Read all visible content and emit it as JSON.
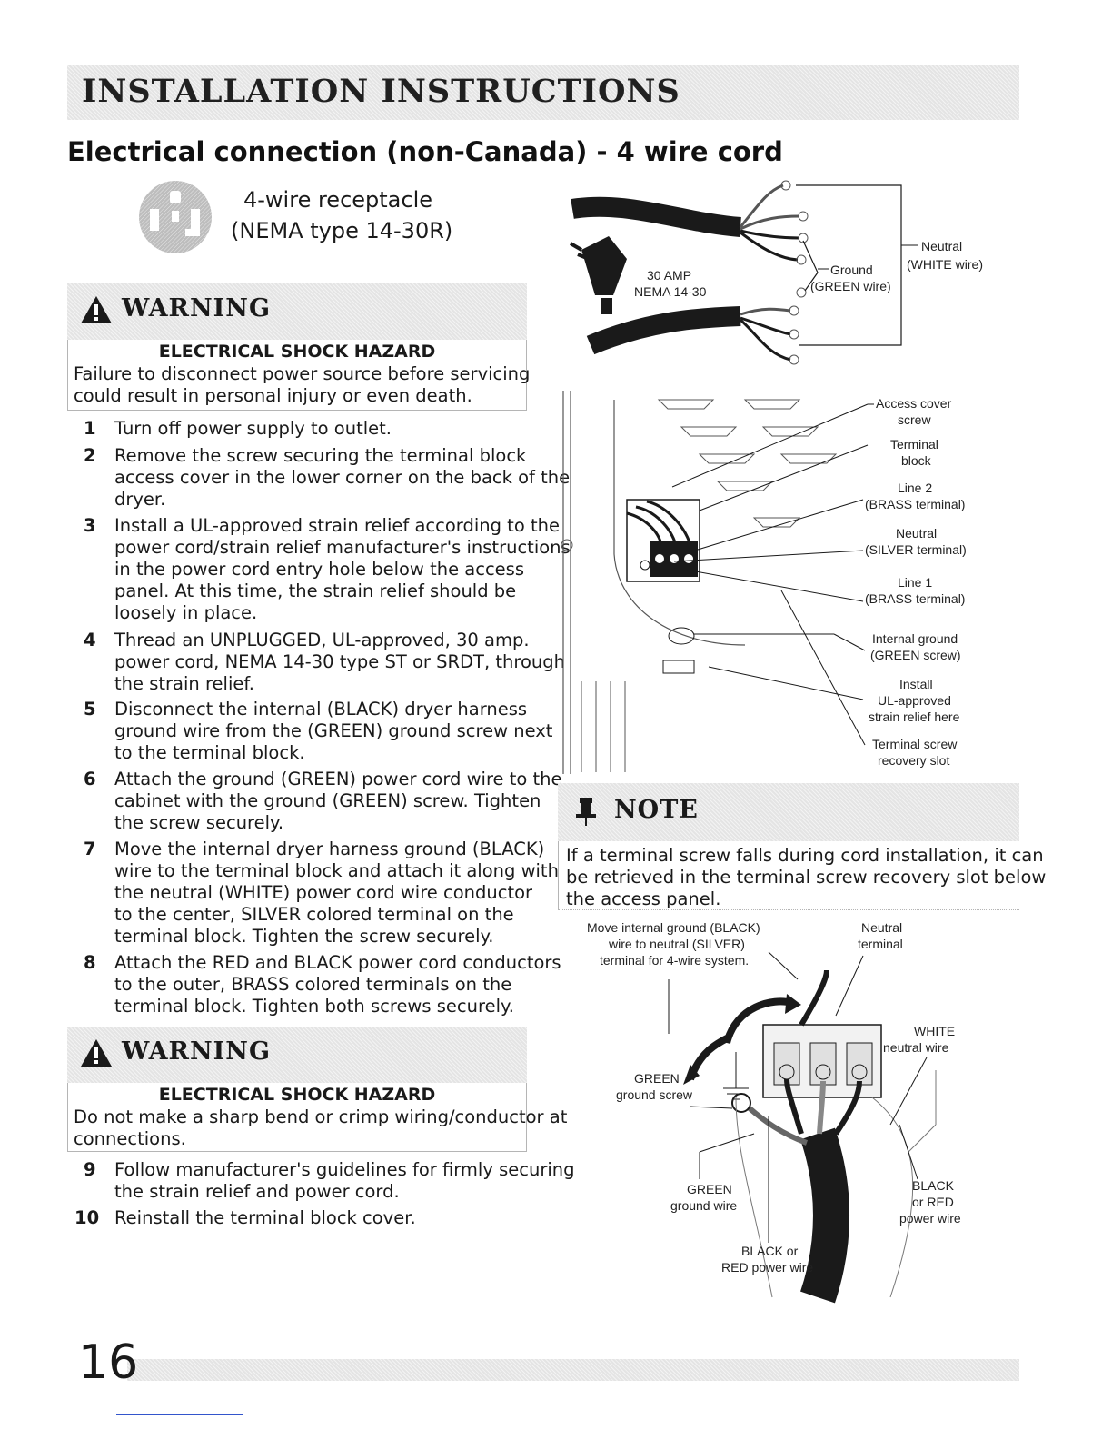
{
  "header": {
    "title": "INSTALLATION INSTRUCTIONS"
  },
  "section": {
    "title": "Electrical connection (non-Canada) - 4 wire cord"
  },
  "receptacle": {
    "line1": "4-wire receptacle",
    "line2": "(NEMA type 14-30R)",
    "icon": "nema-receptacle-icon"
  },
  "warning1": {
    "label": "WARNING",
    "heading": "ELECTRICAL SHOCK HAZARD",
    "lines": [
      "Failure to disconnect power source before servicing",
      "could result in personal injury or even death."
    ]
  },
  "steps_a": [
    {
      "num": "1",
      "lines": [
        "Turn off power supply to outlet."
      ]
    },
    {
      "num": "2",
      "lines": [
        "Remove the screw securing the terminal block",
        "access cover in the lower corner on the back of the",
        "dryer."
      ]
    },
    {
      "num": "3",
      "lines": [
        "Install a UL-approved strain relief according to the",
        "power cord/strain relief manufacturer's instructions",
        "in the power cord entry hole below the access",
        "panel. At this time, the strain relief should be",
        "loosely in place."
      ]
    },
    {
      "num": "4",
      "lines": [
        "Thread an UNPLUGGED, UL-approved, 30 amp.",
        "power cord, NEMA 14-30 type ST or SRDT, through",
        "the strain relief."
      ]
    },
    {
      "num": "5",
      "lines": [
        "Disconnect the internal (BLACK) dryer harness",
        "ground wire from the (GREEN) ground screw next",
        "to the terminal block."
      ]
    },
    {
      "num": "6",
      "lines": [
        "Attach the ground (GREEN) power cord wire to the",
        "cabinet with the ground (GREEN) screw. Tighten",
        "the screw securely."
      ]
    },
    {
      "num": "7",
      "lines": [
        "Move the internal dryer harness ground (BLACK)",
        "wire to the terminal block and attach it along with",
        "the neutral (WHITE) power cord wire conductor",
        "to the center,  SILVER colored terminal on the",
        "terminal block. Tighten the screw securely."
      ]
    },
    {
      "num": "8",
      "lines": [
        "Attach the RED and BLACK power cord conductors",
        "to the outer, BRASS colored terminals on the",
        "terminal block. Tighten both screws securely."
      ]
    }
  ],
  "warning2": {
    "label": "WARNING",
    "heading": "ELECTRICAL SHOCK HAZARD",
    "lines": [
      "Do not make a sharp bend or crimp wiring/conductor at",
      "connections."
    ]
  },
  "steps_b": [
    {
      "num": "9",
      "lines": [
        "Follow manufacturer's guidelines for firmly securing",
        "the strain relief and power cord."
      ]
    },
    {
      "num": "10",
      "lines": [
        "Reinstall the terminal block cover."
      ]
    }
  ],
  "cord_diagram": {
    "plug": [
      "30 AMP",
      "NEMA 14-30"
    ],
    "neutral": [
      "Neutral",
      "(WHITE wire)"
    ],
    "ground": [
      "Ground",
      "(GREEN wire)"
    ]
  },
  "block_diagram": {
    "access_cover": [
      "Access cover",
      "screw"
    ],
    "terminal_block": [
      "Terminal",
      "block"
    ],
    "line2": [
      "Line 2",
      "(BRASS terminal)"
    ],
    "neutral": [
      "Neutral",
      "(SILVER terminal)"
    ],
    "line1": [
      "Line 1",
      "(BRASS terminal)"
    ],
    "internal_ground": [
      "Internal ground",
      "(GREEN screw)"
    ],
    "strain_relief": [
      "Install",
      "UL-approved",
      "strain relief here"
    ],
    "recovery_slot": [
      "Terminal screw",
      "recovery slot"
    ]
  },
  "note": {
    "label": "NOTE",
    "lines": [
      "If a terminal screw falls during cord installation, it can",
      "be retrieved in the terminal screw recovery slot below",
      "the access panel."
    ]
  },
  "wire_diagram": {
    "move_ground": [
      "Move internal ground (BLACK)",
      "wire to neutral (SILVER)",
      "terminal for 4-wire system."
    ],
    "neutral_terminal": [
      "Neutral",
      "terminal"
    ],
    "white": [
      "WHITE",
      "neutral wire"
    ],
    "green_screw": [
      "GREEN",
      "ground screw"
    ],
    "green_wire": [
      "GREEN",
      "ground wire"
    ],
    "black_red_right": [
      "BLACK",
      "or RED",
      "power wire"
    ],
    "black_red_bottom": [
      "BLACK or",
      "RED power wire"
    ]
  },
  "footer": {
    "page_number": "16"
  },
  "colors": {
    "band": "#e4e4e4",
    "text": "#1a1a1a",
    "rule": "#b5b5b5"
  }
}
